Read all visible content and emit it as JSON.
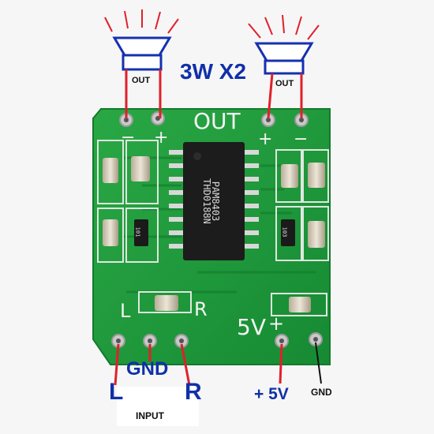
{
  "title": "3W X2",
  "speaker_labels": {
    "left": "OUT",
    "right": "OUT"
  },
  "board": {
    "silk_out": "OUT",
    "silk_minus": "−",
    "silk_plus": "+",
    "silk_L": "L",
    "silk_R": "R",
    "silk_5v": "5V",
    "silk_5v_plus": "+",
    "chip_line1": "PAM8403",
    "chip_line2": "THD0188N",
    "resistor_1": "101",
    "resistor_2": "103"
  },
  "wire_labels": {
    "gnd": "GND",
    "l": "L",
    "r": "R",
    "plus5v": "+ 5V",
    "gnd_small": "GND",
    "input": "INPUT"
  },
  "colors": {
    "pcb": "#1f9a3a",
    "wire_red": "#e0202a",
    "speaker_blue": "#1530b0",
    "text_blue": "#1030a8"
  }
}
